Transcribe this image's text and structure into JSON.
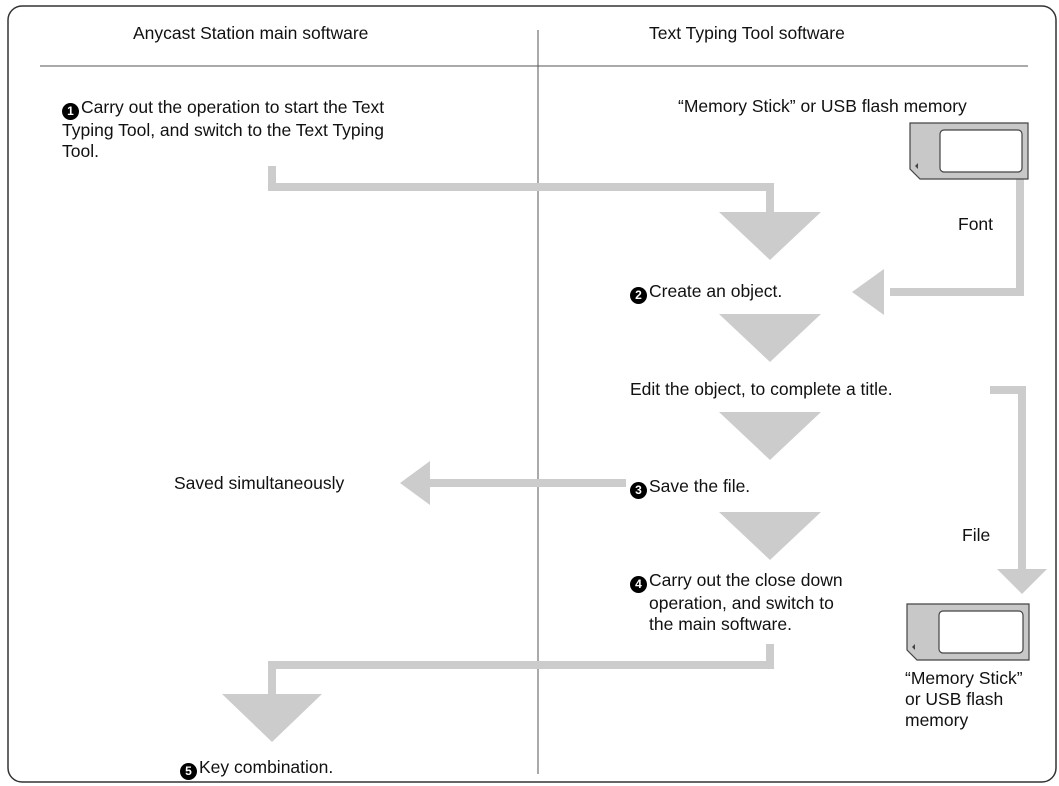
{
  "headers": {
    "left": "Anycast Station main software",
    "right": "Text Typing Tool software"
  },
  "steps": {
    "s1": {
      "num": "1",
      "line1": "Carry out the operation to start the Text",
      "line2": "Typing Tool, and switch to the Text Typing",
      "line3": "Tool."
    },
    "s2": {
      "num": "2",
      "text": "Create an object."
    },
    "edit": {
      "text": "Edit the object, to complete a title."
    },
    "s3": {
      "num": "3",
      "text": "Save the file."
    },
    "s4": {
      "num": "4",
      "line1": "Carry out the close down",
      "line2": "operation, and switch to",
      "line3": "the main software."
    },
    "s5": {
      "num": "5",
      "text": "Key combination."
    }
  },
  "labels": {
    "saved": "Saved simultaneously",
    "font": "Font",
    "file": "File",
    "media_top": "“Memory Stick” or USB flash memory",
    "media_bottom": {
      "line1": "“Memory Stick”",
      "line2": "or USB flash",
      "line3": "memory"
    }
  },
  "icons": {
    "media_card": "memory-card-icon"
  },
  "colors": {
    "arrow": "#cccccc",
    "frame": "#333333",
    "text": "#111111"
  }
}
